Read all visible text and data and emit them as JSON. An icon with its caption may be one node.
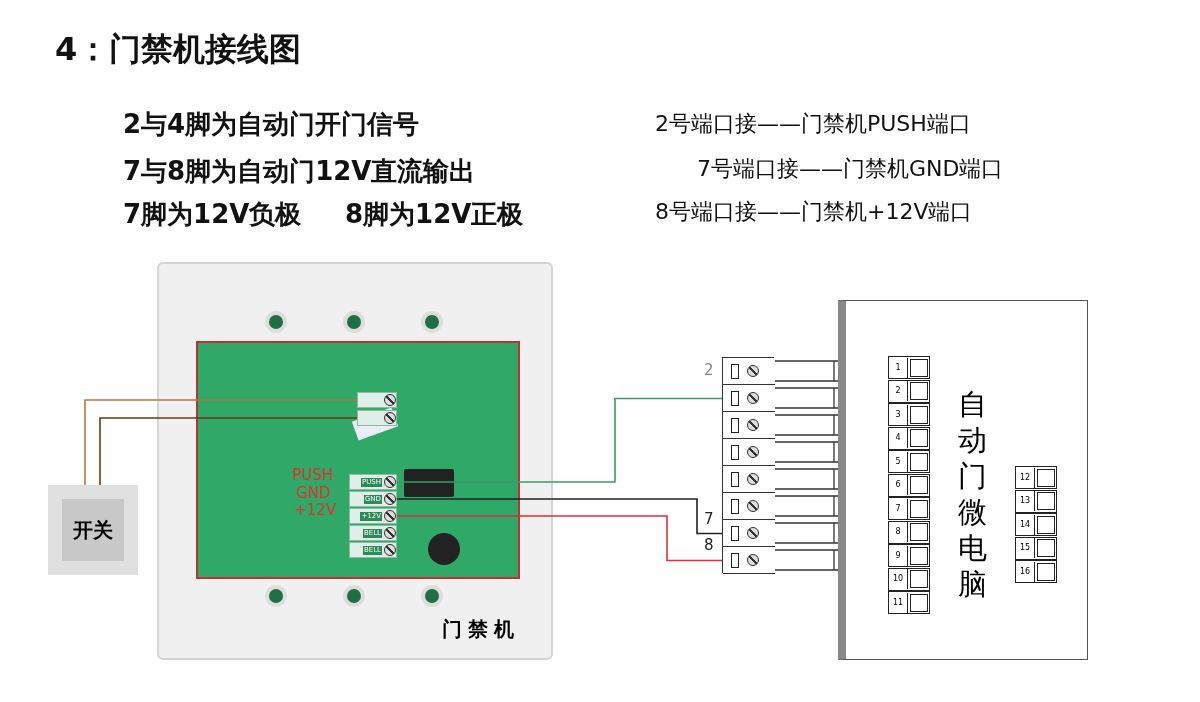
{
  "diagram": {
    "title": "4：门禁机接线图",
    "nodes": [
      {
        "text": [
          "开关"
        ]
      },
      {
        "text": [
          "门禁机"
        ]
      },
      {
        "text": [],
        "shape": "box",
        "in": 1
      },
      {
        "text": [],
        "shape": "box",
        "in": 1
      },
      {
        "text": [
          "PUSH"
        ],
        "in": 1
      },
      {
        "text": [
          "GND"
        ],
        "in": 1
      },
      {
        "text": [
          "+12V"
        ],
        "in": 1
      },
      {
        "text": [
          "BELL"
        ],
        "in": 1
      },
      {
        "text": [
          "BELL"
        ],
        "in": 1
      },
      {
        "text": [],
        "shape": "box"
      },
      {
        "text": [],
        "shape": "box",
        "in": 9
      },
      {
        "text": [],
        "shape": "box",
        "in": 9
      },
      {
        "text": [],
        "shape": "box",
        "in": 9
      },
      {
        "text": [],
        "shape": "box",
        "in": 9
      },
      {
        "text": [],
        "shape": "box",
        "in": 9
      },
      {
        "text": [],
        "shape": "box",
        "in": 9
      },
      {
        "text": [],
        "shape": "box",
        "in": 9
      },
      {
        "text": [],
        "shape": "box",
        "in": 9
      },
      {
        "text": [
          "自动门微电脑"
        ]
      },
      {
        "text": [
          "1"
        ],
        "in": 18
      },
      {
        "text": [
          "2"
        ],
        "in": 18
      },
      {
        "text": [
          "3"
        ],
        "in": 18
      },
      {
        "text": [
          "4"
        ],
        "in": 18
      },
      {
        "text": [
          "5"
        ],
        "in": 18
      },
      {
        "text": [
          "6"
        ],
        "in": 18
      },
      {
        "text": [
          "7"
        ],
        "in": 18
      },
      {
        "text": [
          "8"
        ],
        "in": 18
      },
      {
        "text": [
          "9"
        ],
        "in": 18
      },
      {
        "text": [
          "10"
        ],
        "in": 18
      },
      {
        "text": [
          "11"
        ],
        "in": 18
      },
      {
        "text": [
          "12"
        ],
        "in": 18
      },
      {
        "text": [
          "13"
        ],
        "in": 18
      },
      {
        "text": [
          "14"
        ],
        "in": 18
      },
      {
        "text": [
          "15"
        ],
        "in": 18
      },
      {
        "text": [
          "16"
        ],
        "in": 18
      }
    ],
    "edges": [
      {
        "from": 0,
        "to": 2,
        "arrow": "none",
        "color": "#b07a4a"
      },
      {
        "from": 0,
        "to": 3,
        "arrow": "none",
        "color": "#6b3a14"
      },
      {
        "from": 4,
        "to": 11,
        "arrow": "none",
        "color": "#3a9a6a"
      },
      {
        "from": 5,
        "to": 16,
        "arrow": "none",
        "color": "#222222"
      },
      {
        "from": 6,
        "to": 17,
        "arrow": "none",
        "color": "#d9323a"
      }
    ],
    "labels": [
      "2与4脚为自动门开门信号",
      "2号端口接——门禁机PUSH端口",
      "7与8脚为自动门12V直流输出",
      "7号端口接——门禁机GND端口",
      "7脚为12V负极",
      "8脚为12V正极",
      "8号端口接——门禁机+12V端口",
      "PUSH",
      "GND",
      "+12V",
      "2",
      "7",
      "8"
    ]
  }
}
